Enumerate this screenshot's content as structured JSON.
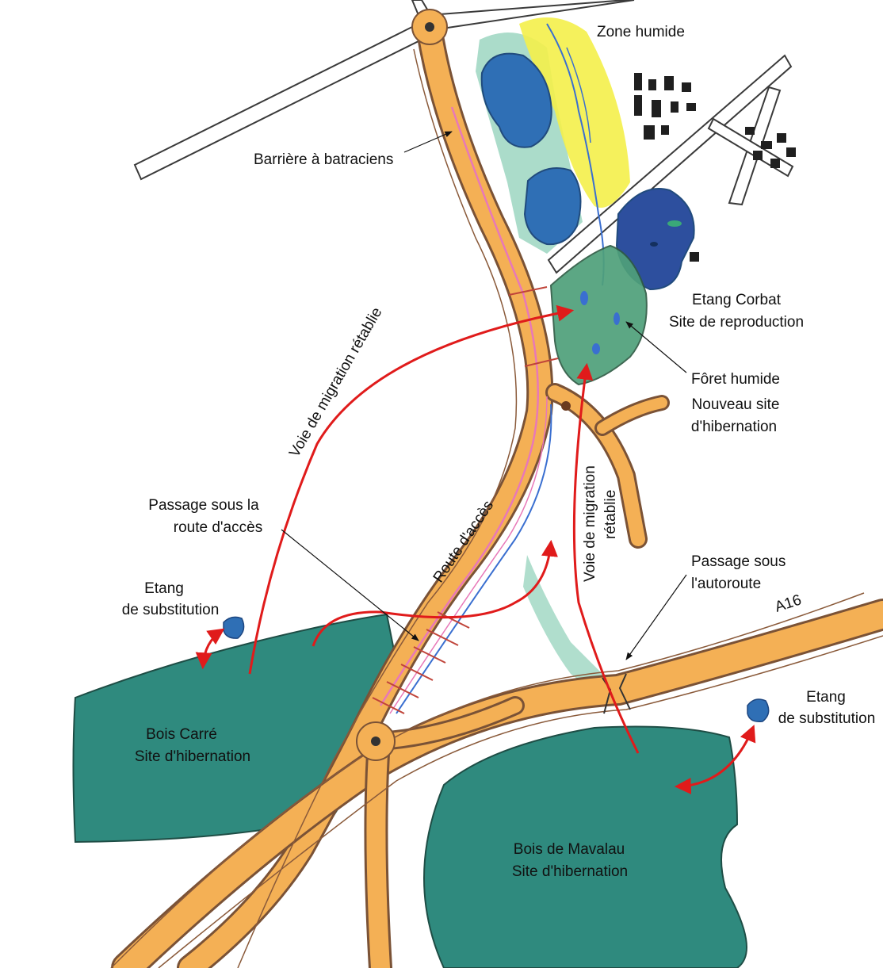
{
  "colors": {
    "forest": "#2f8a7e",
    "forest_light": "#8fd0b8",
    "road": "#f4b055",
    "road_edge": "#8a5a3a",
    "water": "#2f6fb5",
    "marsh": "#f4ef4a",
    "migration_arrow": "#e01b1b",
    "barrier": "#e878b8",
    "ink": "#111111"
  },
  "labels": {
    "zone_humide": "Zone humide",
    "barriere": "Barrière à batraciens",
    "etang_corbat_1": "Etang Corbat",
    "etang_corbat_2": "Site de reproduction",
    "voie_migration_left": "Voie de migration rétablie",
    "foret_humide": "Fôret humide",
    "nouveau_site_1": "Nouveau site",
    "nouveau_site_2": "d'hibernation",
    "voie_migration_right_1": "Voie de migration",
    "voie_migration_right_2": "rétablie",
    "passage_route_1": "Passage sous la",
    "passage_route_2": "route d'accès",
    "route_acces": "Route d'accès",
    "passage_autoroute_1": "Passage sous",
    "passage_autoroute_2": "l'autoroute",
    "a16": "A16",
    "etang_subst_left_1": "Etang",
    "etang_subst_left_2": "de substitution",
    "etang_subst_right_1": "Etang",
    "etang_subst_right_2": "de substitution",
    "bois_carre_1": "Bois Carré",
    "bois_carre_2": "Site d'hibernation",
    "bois_mavalau_1": "Bois de Mavalau",
    "bois_mavalau_2": "Site d'hibernation"
  }
}
